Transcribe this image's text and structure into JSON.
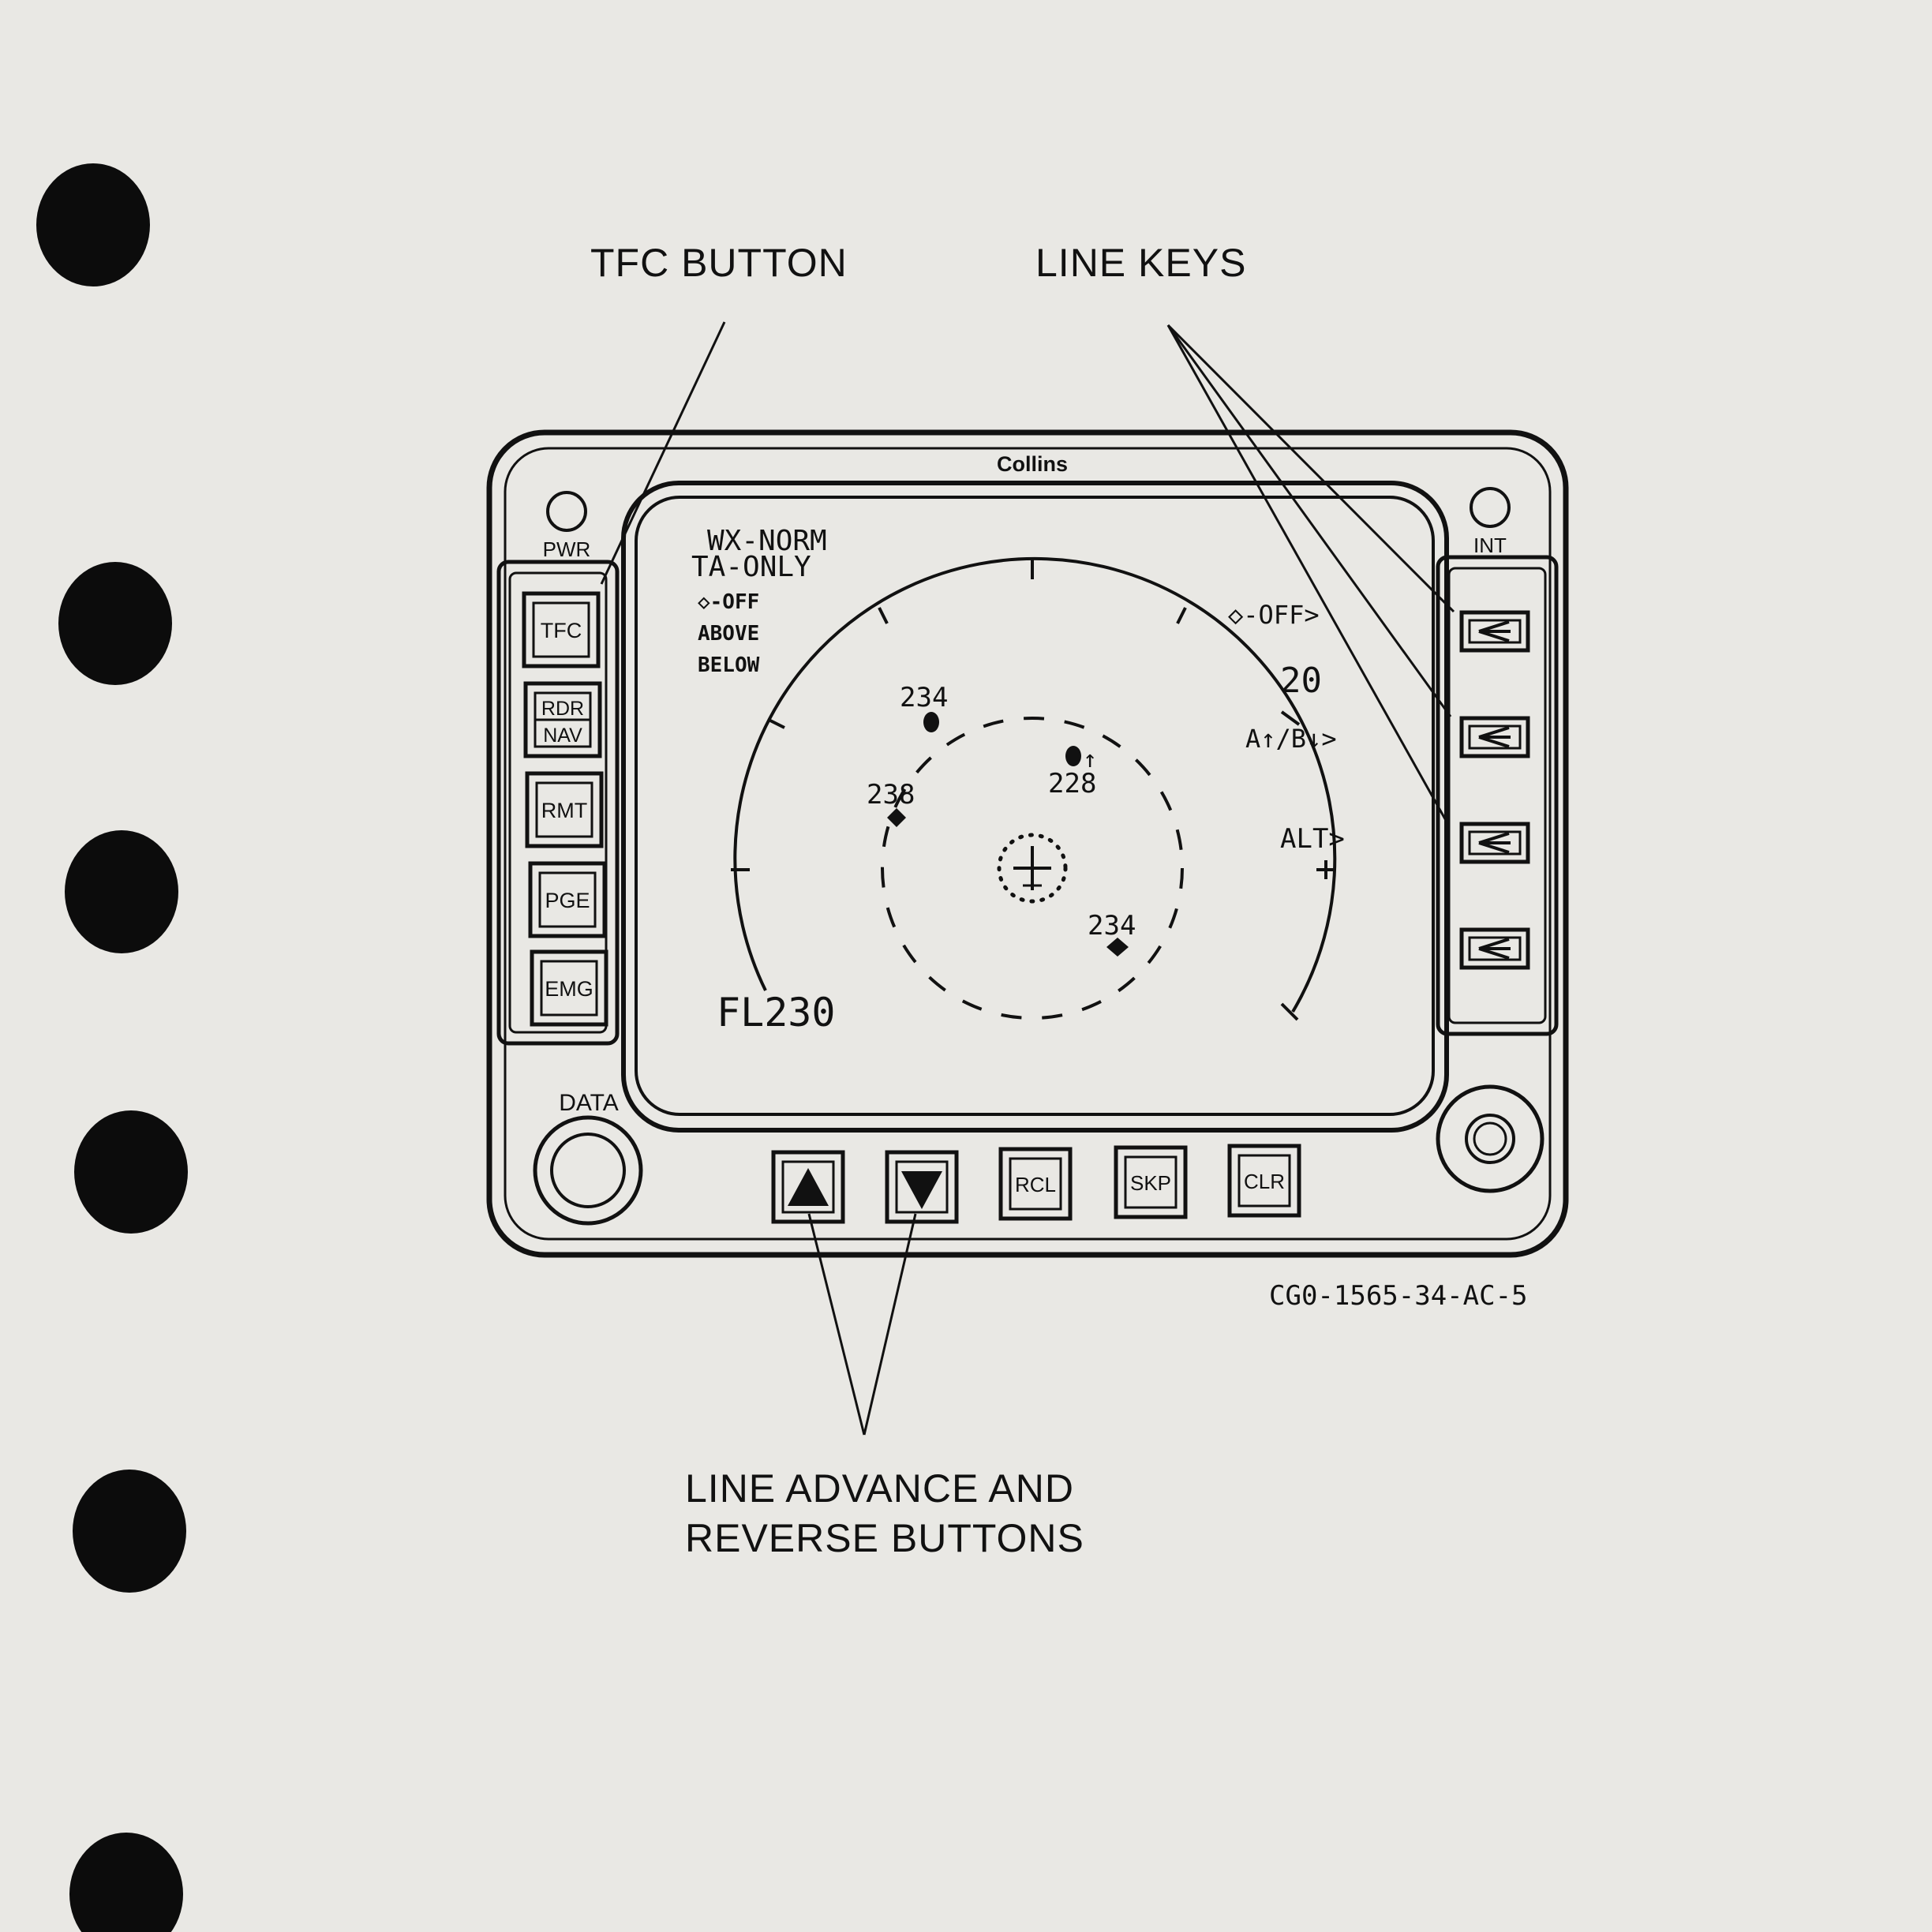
{
  "callouts": {
    "tfc_button": "TFC BUTTON",
    "line_keys": "LINE KEYS",
    "line_advance_1": "LINE ADVANCE AND",
    "line_advance_2": "REVERSE BUTTONS"
  },
  "figure_id": "CG0-1565-34-AC-5",
  "bezel": {
    "brand": "Collins",
    "pwr_label": "PWR",
    "int_label": "INT",
    "data_label": "DATA",
    "left_buttons": [
      {
        "label": "TFC"
      },
      {
        "label_top": "RDR",
        "label_bottom": "NAV"
      },
      {
        "label": "RMT"
      },
      {
        "label": "PGE"
      },
      {
        "label": "EMG"
      }
    ],
    "bottom_buttons": [
      {
        "icon": "triangle-up-icon"
      },
      {
        "icon": "triangle-down-icon"
      },
      {
        "label": "RCL"
      },
      {
        "label": "SKP"
      },
      {
        "label": "CLR"
      }
    ],
    "line_key_icon": "arrow-left-icon"
  },
  "screen": {
    "mode_1": "WX-NORM",
    "mode_2": "TA-ONLY",
    "opt_1": "◇-OFF",
    "opt_2": "ABOVE",
    "opt_3": "BELOW",
    "right_1": "◇-OFF>",
    "range": "20",
    "right_2": "A↑/B↓>",
    "right_3": "ALT>",
    "flight_level": "FL230",
    "traffic": [
      {
        "label": "234",
        "symbol": "circle"
      },
      {
        "label": "238",
        "symbol": "diamond"
      },
      {
        "label": "228",
        "symbol": "circle",
        "trend": "↑"
      },
      {
        "label": "234",
        "symbol": "diamond"
      }
    ]
  }
}
